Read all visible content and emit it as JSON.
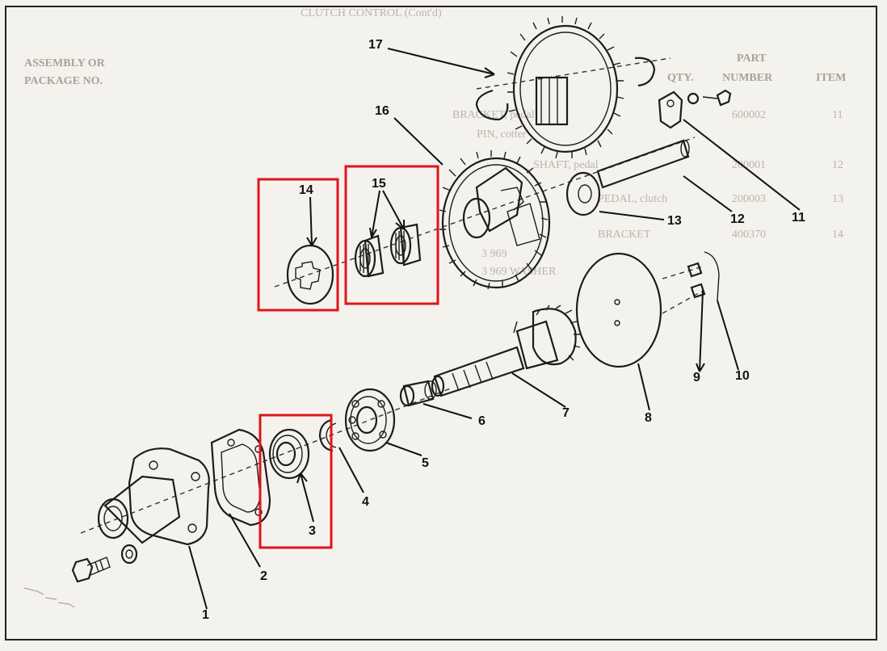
{
  "ghost_text": {
    "header": "CLUTCH CONTROL (Cont'd)",
    "col_assembly_1": "ASSEMBLY OR",
    "col_assembly_2": "PACKAGE NO.",
    "col_part_1": "PART",
    "col_part_2": "NUMBER",
    "col_qty": "QTY.",
    "col_item": "ITEM",
    "rows": [
      {
        "item": "11",
        "part": "600002",
        "desc": "BRACKET, pedal"
      },
      {
        "item": "",
        "part": "",
        "desc": "PIN, cotter"
      },
      {
        "item": "12",
        "part": "200001",
        "desc": "SHAFT, pedal"
      },
      {
        "item": "13",
        "part": "200003",
        "desc": "PEDAL, clutch"
      },
      {
        "item": "14",
        "part": "400370",
        "desc": "BRACKET"
      }
    ],
    "extra_rows": [
      "3  969",
      "3  969  WASHER"
    ]
  },
  "callouts": [
    "1",
    "2",
    "3",
    "4",
    "5",
    "6",
    "7",
    "8",
    "9",
    "10",
    "11",
    "12",
    "13",
    "14",
    "15",
    "16",
    "17"
  ],
  "highlight_color": "#e0151b",
  "highlights": [
    "item 14",
    "item 15",
    "item 3"
  ]
}
